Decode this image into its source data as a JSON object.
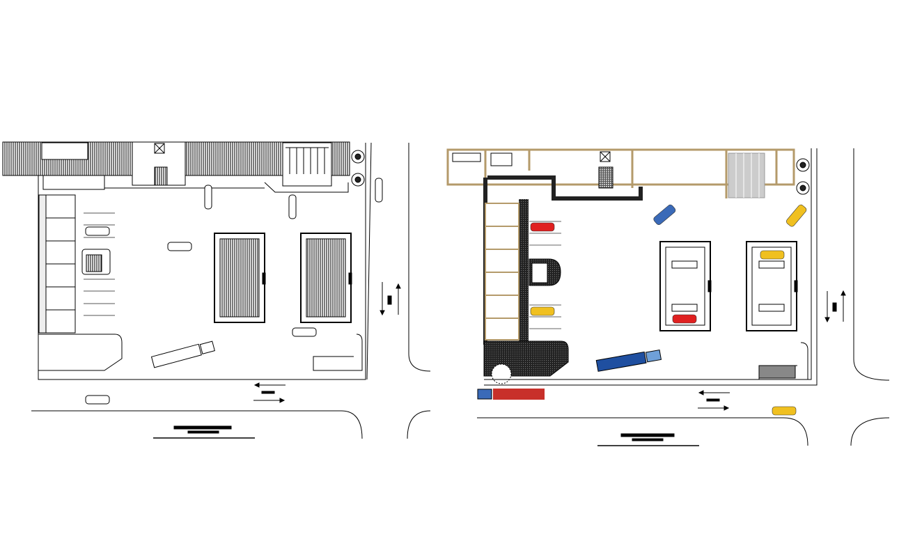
{
  "canvas": {
    "background": "#ffffff"
  },
  "colors": {
    "line": "#000000",
    "hatch": "#333333",
    "wall_tan": "#b49a6a",
    "car_red": "#e02020",
    "car_yellow": "#f0c020",
    "car_blue": "#3a6ab8",
    "truck_blue": "#1f4fa0",
    "truck_red": "#c8302a",
    "canopy_gray": "#bbbbbb"
  },
  "plans": [
    {
      "name": "left-plan",
      "style": "monochrome hatched",
      "road_label": "",
      "icons": [
        "pump-island",
        "car",
        "truck",
        "tree",
        "stair",
        "traffic-arrow"
      ]
    },
    {
      "name": "right-plan",
      "style": "colored render",
      "road_label": "",
      "icons": [
        "pump-island",
        "car",
        "truck",
        "tree",
        "stair",
        "traffic-arrow"
      ]
    }
  ]
}
